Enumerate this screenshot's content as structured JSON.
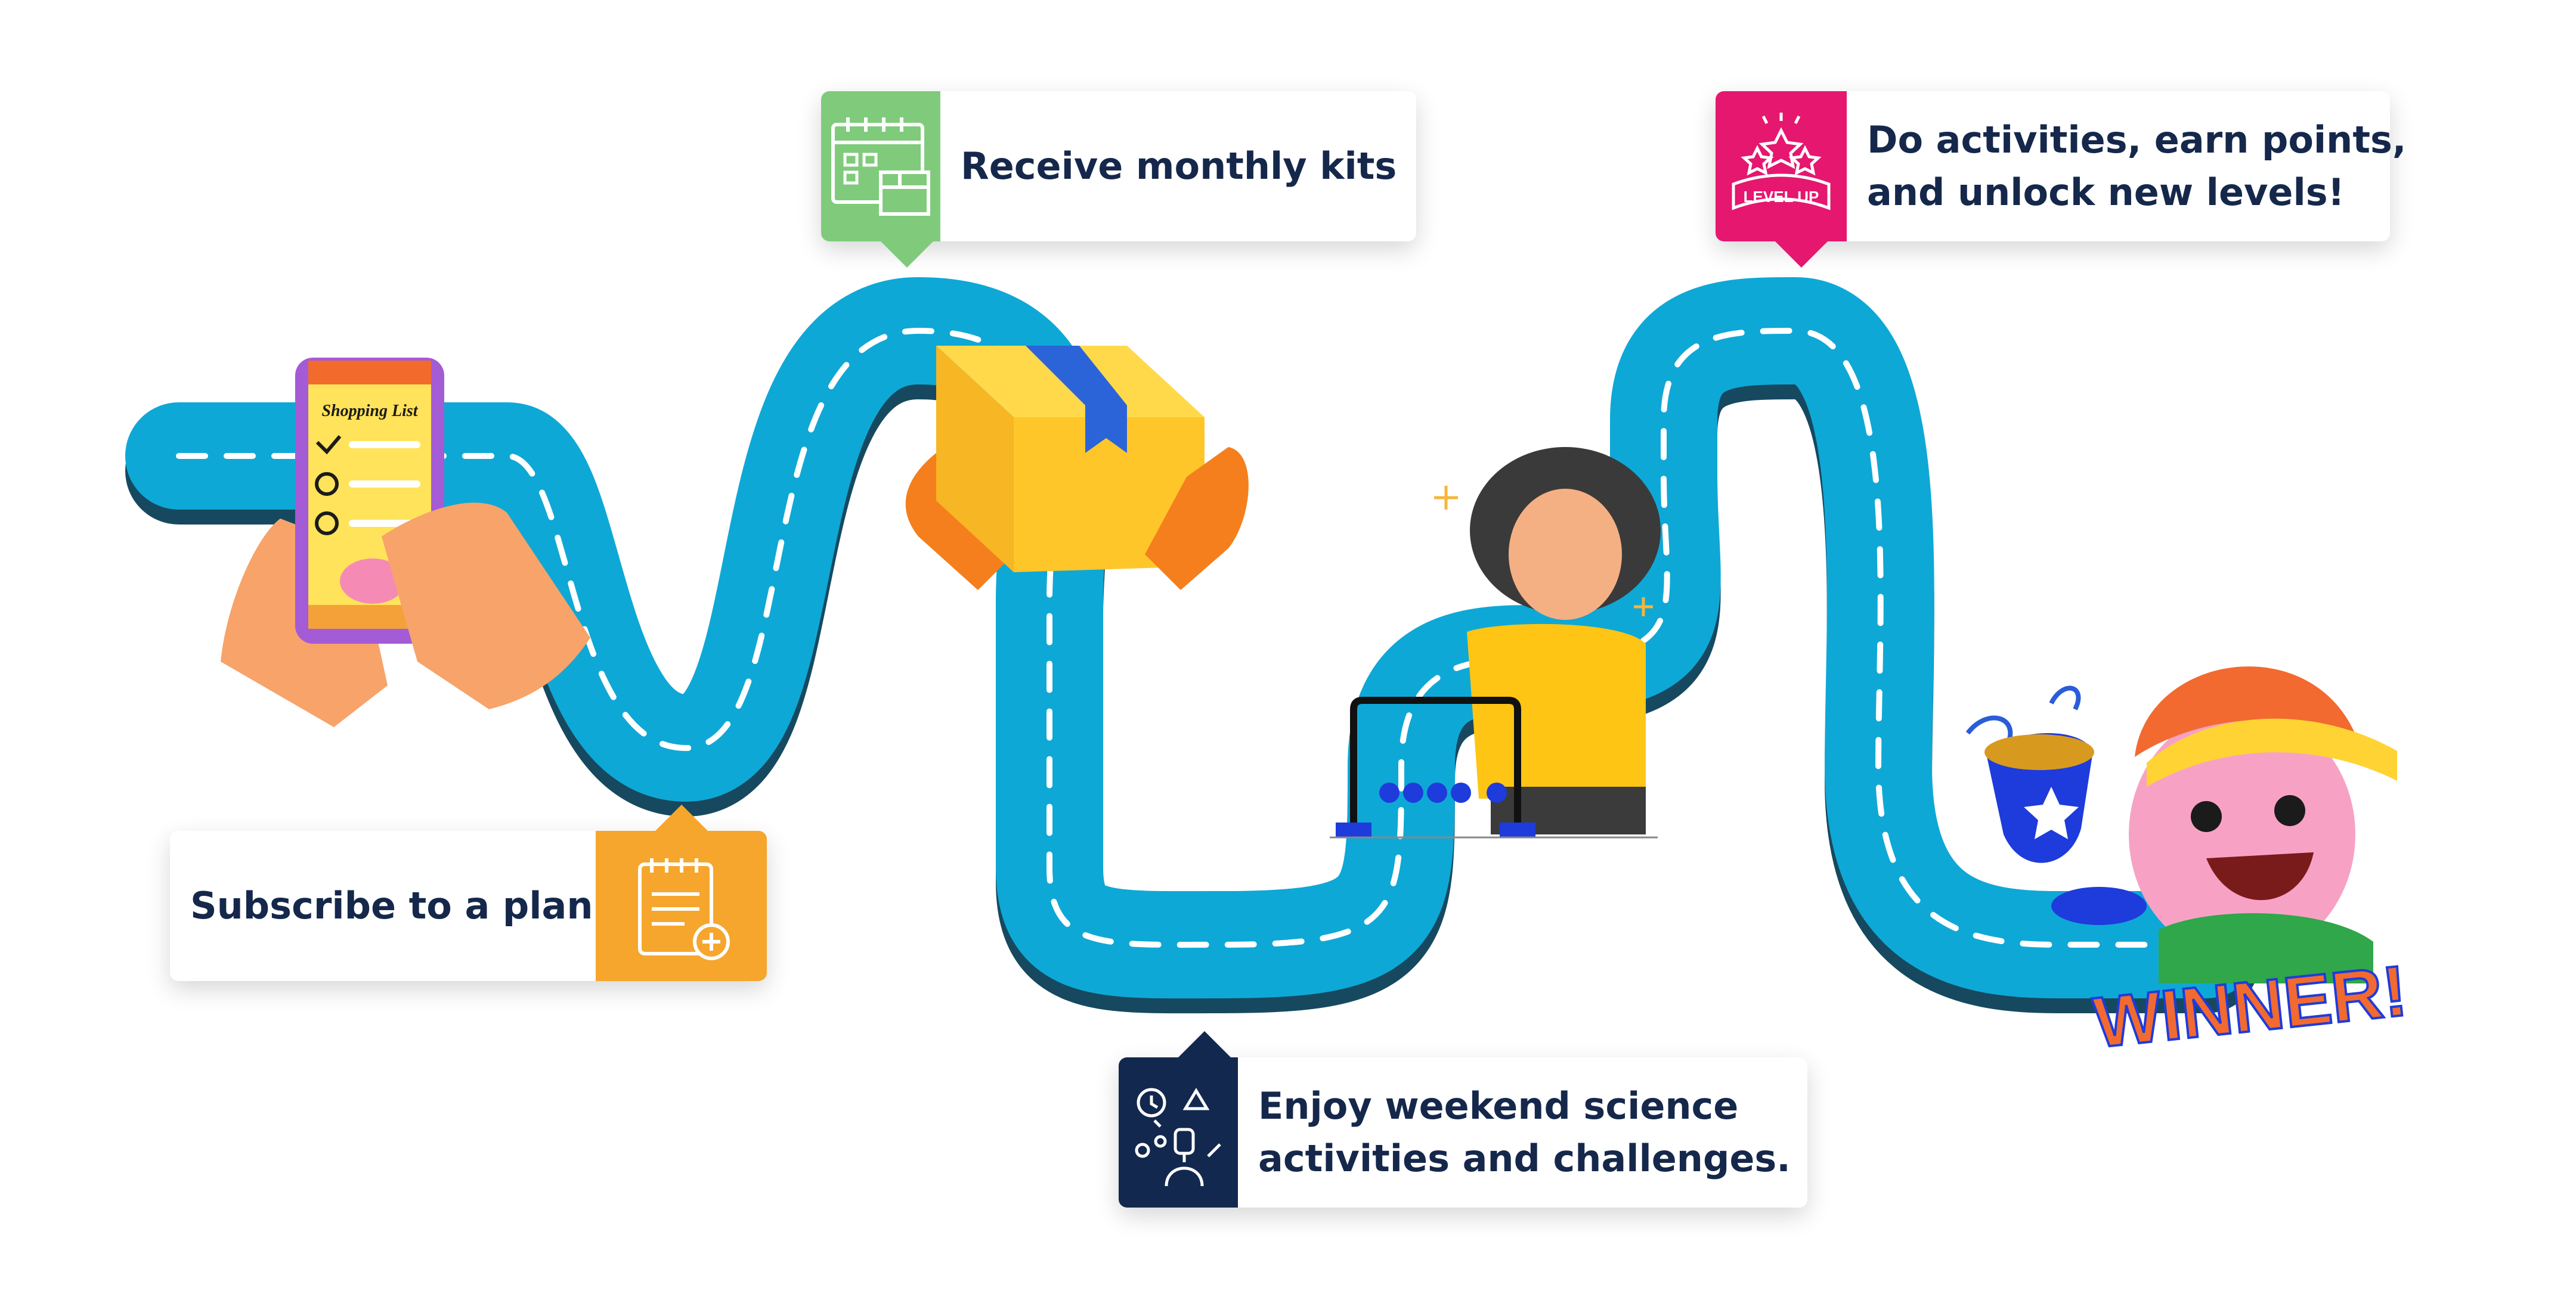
{
  "steps": {
    "subscribe": {
      "label": "Subscribe to a plan",
      "icon": "notepad-plus-icon",
      "color": "#f6a62d"
    },
    "receive": {
      "label": "Receive monthly kits",
      "icon": "calendar-box-icon",
      "color": "#7fcb7b"
    },
    "enjoy": {
      "line1": "Enjoy weekend science",
      "line2": "activities and challenges.",
      "icon": "science-activity-icon",
      "color": "#12284e"
    },
    "levels": {
      "line1": "Do activities, earn points,",
      "line2": "and unlock new levels!",
      "icon": "level-up-icon",
      "color": "#e5176f"
    }
  },
  "illustrations": {
    "phone": {
      "title": "Shopping List"
    },
    "winner": {
      "text": "WINNER!"
    }
  },
  "colors": {
    "road": "#0ea8d6",
    "road_shadow": "#16495f",
    "dash": "#ffffff",
    "text": "#15284b"
  }
}
